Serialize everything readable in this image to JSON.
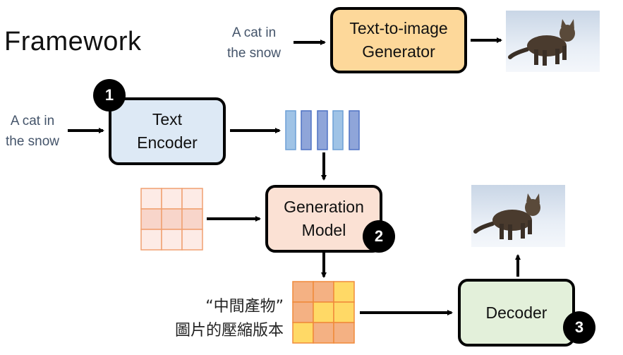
{
  "title": "Framework",
  "top_row": {
    "prompt_line1": "A cat in",
    "prompt_line2": "the snow",
    "generator_line1": "Text-to-image",
    "generator_line2": "Generator",
    "output_image": "cat-in-snow-photo"
  },
  "pipeline": {
    "prompt_line1": "A cat in",
    "prompt_line2": "the snow",
    "text_encoder": {
      "line1": "Text",
      "line2": "Encoder",
      "badge": "1"
    },
    "generation_model": {
      "line1": "Generation",
      "line2": "Model",
      "badge": "2"
    },
    "decoder": {
      "label": "Decoder",
      "badge": "3"
    },
    "intermediate_line1": "“中間產物”",
    "intermediate_line2": "圖片的壓縮版本",
    "output_image": "cat-in-snow-photo"
  },
  "colors": {
    "generator_fill": "#fdd89a",
    "encoder_fill": "#dde9f5",
    "generation_fill": "#fbe1d4",
    "decoder_fill": "#e3f0da",
    "token_light": "#9fc3e6",
    "token_dark": "#8fa5d9",
    "noise_light": "#fdebe6",
    "noise_mid": "#f8d5ca",
    "noise_border": "#f0a070",
    "latent_orange": "#f4b183",
    "latent_yellow": "#ffd966",
    "latent_border": "#f08a3a",
    "prompt_text": "#44546a"
  }
}
